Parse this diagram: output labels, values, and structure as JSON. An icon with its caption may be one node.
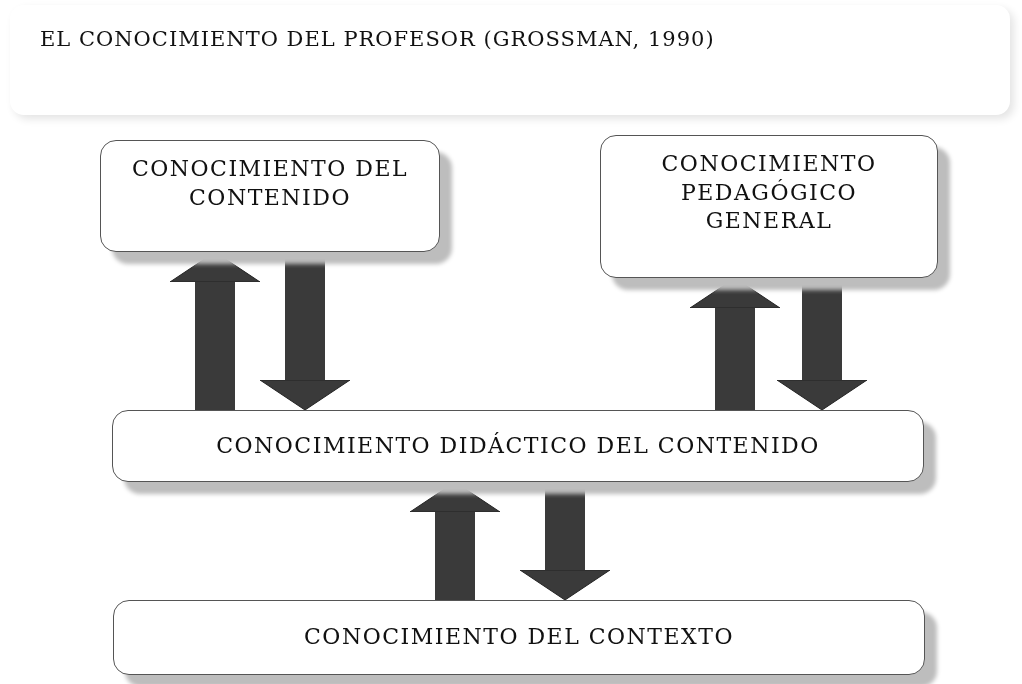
{
  "diagram": {
    "title": "EL CONOCIMIENTO DEL PROFESOR (GROSSMAN, 1990)",
    "nodes": [
      {
        "text": [
          "CONOCIMIENTO DEL CONTENIDO"
        ]
      },
      {
        "text": [
          "CONOCIMIENTO PEDAGÓGICO GENERAL"
        ]
      },
      {
        "text": [
          "CONOCIMIENTO DIDÁCTICO DEL CONTENIDO"
        ]
      },
      {
        "text": [
          "CONOCIMIENTO DEL CONTEXTO"
        ]
      }
    ],
    "edges": [
      {
        "from": 2,
        "to": 0,
        "arrow": "to"
      },
      {
        "from": 0,
        "to": 2,
        "arrow": "to"
      },
      {
        "from": 2,
        "to": 1,
        "arrow": "to"
      },
      {
        "from": 1,
        "to": 2,
        "arrow": "to"
      },
      {
        "from": 3,
        "to": 2,
        "arrow": "to"
      },
      {
        "from": 2,
        "to": 3,
        "arrow": "to"
      }
    ]
  }
}
